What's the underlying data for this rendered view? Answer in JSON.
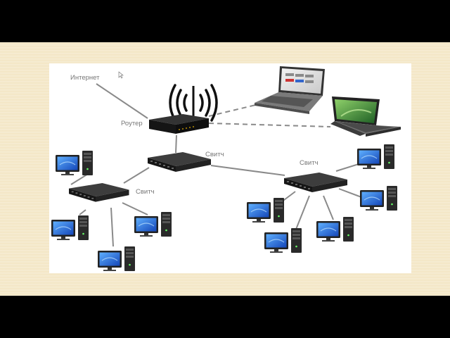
{
  "labels": {
    "internet": "Интернет",
    "router": "Роутер",
    "switch_main": "Свитч",
    "switch_left": "Свитч",
    "switch_right": "Свитч"
  },
  "colors": {
    "line": "#8a8a8a",
    "device_dark": "#1c1c1c",
    "screen_blue": "#1f6fd6",
    "laptop_screen_green": "#2f8a3a"
  },
  "icons": {
    "router": "wireless-router-icon",
    "switch": "network-switch-icon",
    "desktop": "desktop-computer-icon",
    "laptop": "laptop-icon",
    "wifi": "wifi-signal-icon"
  }
}
